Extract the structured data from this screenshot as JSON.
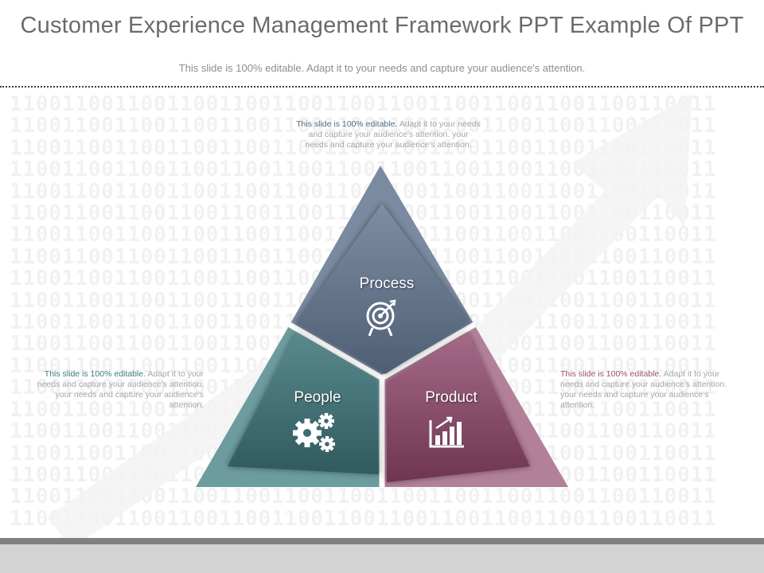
{
  "header": {
    "title": "Customer Experience Management Framework PPT Example Of PPT",
    "subtitle": "This slide is 100% editable. Adapt it to your needs and capture your audience's attention."
  },
  "background": {
    "binary_pattern": "110011001100110011001100110011001100110011001100110011"
  },
  "segments": [
    {
      "label": "Process",
      "icon": "target-icon",
      "color": "#5a6b80"
    },
    {
      "label": "People",
      "icon": "gears-icon",
      "color": "#3f6e72"
    },
    {
      "label": "Product",
      "icon": "growth-chart-icon",
      "color": "#8a4a68"
    }
  ],
  "descriptions": {
    "top": {
      "highlight": "This slide is 100% editable.",
      "text": " Adapt it to your needs and capture your audience's attention. your needs and capture your audience's attention."
    },
    "left": {
      "highlight": "This slide is 100% editable.",
      "text": " Adapt it to your needs and capture your audience's attention. your needs and capture your audience's attention."
    },
    "right": {
      "highlight": "This slide is 100% editable.",
      "text": " Adapt it to your needs and capture your audience's attention. your needs and capture your audience's attention."
    }
  }
}
